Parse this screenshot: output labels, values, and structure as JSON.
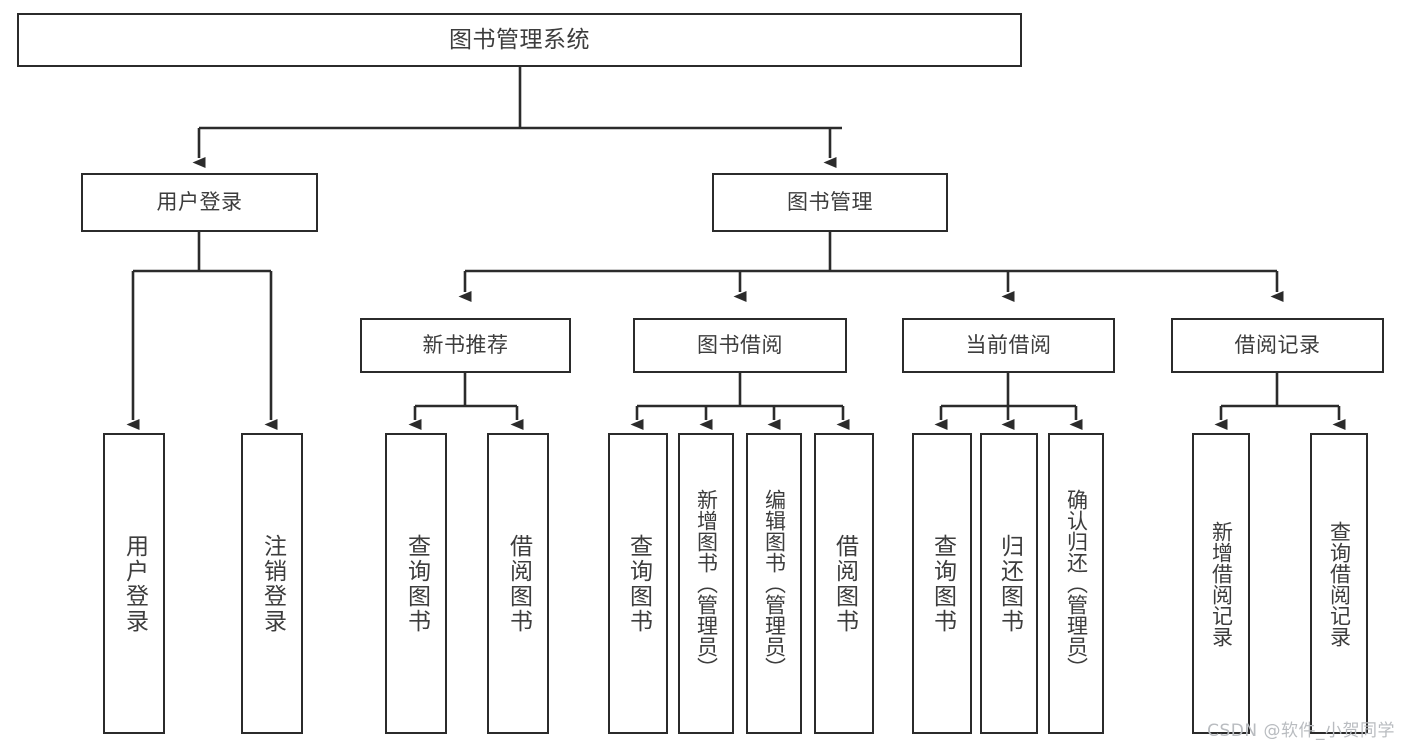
{
  "diagram": {
    "title": "图书管理系统",
    "type": "hierarchy-tree",
    "orientation": "top-down",
    "stroke_color": "#2b2b2b",
    "text_color": "#3d3d3d",
    "background_color": "#ffffff"
  },
  "nodes": {
    "root": {
      "label": "图书管理系统"
    },
    "level2": [
      {
        "id": "user-login",
        "label": "用户登录"
      },
      {
        "id": "book-manage",
        "label": "图书管理"
      }
    ],
    "level3": [
      {
        "id": "new-book-rec",
        "label": "新书推荐"
      },
      {
        "id": "book-borrow",
        "label": "图书借阅"
      },
      {
        "id": "current-borrow",
        "label": "当前借阅"
      },
      {
        "id": "borrow-record",
        "label": "借阅记录"
      }
    ],
    "leaves": [
      {
        "id": "leaf-user-login",
        "label": "用户登录"
      },
      {
        "id": "leaf-logout-login",
        "label": "注销登录"
      },
      {
        "id": "leaf-query-book-1",
        "label": "查询图书"
      },
      {
        "id": "leaf-borrow-book-1",
        "label": "借阅图书"
      },
      {
        "id": "leaf-query-book-2",
        "label": "查询图书"
      },
      {
        "id": "leaf-add-book",
        "label": "新增图书（管理员）"
      },
      {
        "id": "leaf-edit-book",
        "label": "编辑图书（管理员）"
      },
      {
        "id": "leaf-borrow-book-2",
        "label": "借阅图书"
      },
      {
        "id": "leaf-query-book-3",
        "label": "查询图书"
      },
      {
        "id": "leaf-return-book",
        "label": "归还图书"
      },
      {
        "id": "leaf-confirm-return",
        "label": "确认归还（管理员）"
      },
      {
        "id": "leaf-add-record",
        "label": "新增借阅记录"
      },
      {
        "id": "leaf-query-record",
        "label": "查询借阅记录"
      }
    ]
  },
  "watermark": {
    "text": "CSDN @软件_小贺同学"
  }
}
